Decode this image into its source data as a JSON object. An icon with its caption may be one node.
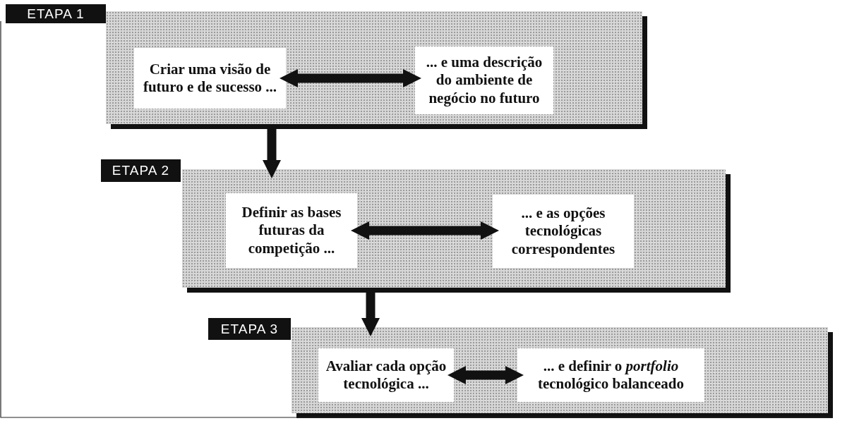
{
  "diagram": {
    "nodes": [
      {
        "text": [
          "ETAPA 1"
        ]
      },
      {
        "text": [],
        "shape": "box"
      },
      {
        "text": [
          "Criar uma visão de futuro e de sucesso ..."
        ],
        "in": 1
      },
      {
        "text": [
          "... e uma descrição do ambiente de negócio no futuro"
        ],
        "in": 1
      },
      {
        "text": [
          "ETAPA 2"
        ]
      },
      {
        "text": [],
        "shape": "box"
      },
      {
        "text": [
          "Definir as bases futuras da competição ..."
        ],
        "in": 5
      },
      {
        "text": [
          "... e as opções tecnológicas correspondentes"
        ],
        "in": 5
      },
      {
        "text": [
          "ETAPA 3"
        ]
      },
      {
        "text": [],
        "shape": "box"
      },
      {
        "text": [
          "Avaliar cada opção tecnológica ..."
        ],
        "in": 9
      },
      {
        "text": [
          "... e definir o *portfolio* tecnológico balanceado"
        ],
        "in": 9
      }
    ],
    "edges": [
      {
        "from": 2,
        "to": 3,
        "arrow": "both"
      },
      {
        "from": 1,
        "to": 5,
        "arrow": "to"
      },
      {
        "from": 6,
        "to": 7,
        "arrow": "both"
      },
      {
        "from": 5,
        "to": 9,
        "arrow": "to"
      },
      {
        "from": 10,
        "to": 11,
        "arrow": "both"
      }
    ]
  }
}
